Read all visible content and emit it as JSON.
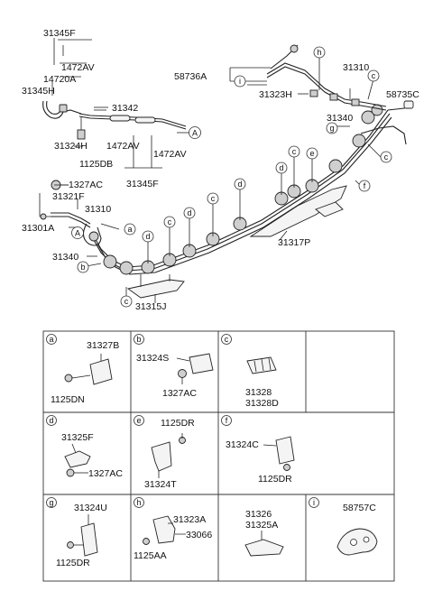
{
  "main_labels": {
    "p31345F_top": "31345F",
    "p1472AV_a": "1472AV",
    "p14720A": "14720A",
    "p31345H": "31345H",
    "p31342": "31342",
    "p31324H": "31324H",
    "p1472AV_b": "1472AV",
    "p1125DB": "1125DB",
    "p1472AV_c": "1472AV",
    "p31345F_bot": "31345F",
    "p1327AC": "1327AC",
    "p31321F": "31321F",
    "p31310_left": "31310",
    "p31301A": "31301A",
    "p31340_left": "31340",
    "p31315J": "31315J",
    "p58736A": "58736A",
    "p31310_right": "31310",
    "p58735C": "58735C",
    "p31323H": "31323H",
    "p31340_right": "31340",
    "p31317P": "31317P"
  },
  "circle_refs": {
    "A": "A",
    "a": "a",
    "b": "b",
    "c": "c",
    "d": "d",
    "e": "e",
    "f": "f",
    "g": "g",
    "h": "h",
    "i": "i"
  },
  "cells": {
    "a": {
      "letter": "a",
      "labels": [
        "31327B",
        "1125DN"
      ]
    },
    "b": {
      "letter": "b",
      "labels": [
        "31324S",
        "1327AC"
      ]
    },
    "c": {
      "letter": "c",
      "labels": [
        "31328",
        "31328D"
      ]
    },
    "d": {
      "letter": "d",
      "labels": [
        "31325F",
        "1327AC"
      ]
    },
    "e": {
      "letter": "e",
      "labels": [
        "1125DR",
        "31324T"
      ]
    },
    "f": {
      "letter": "f",
      "labels": [
        "31324C",
        "1125DR"
      ]
    },
    "g": {
      "letter": "g",
      "labels": [
        "31324U",
        "1125DR"
      ]
    },
    "h": {
      "letter": "h",
      "labels": [
        "31323A",
        "33066",
        "1125AA"
      ]
    },
    "blank": {
      "labels": [
        "31326",
        "31325A"
      ]
    },
    "i": {
      "letter": "i",
      "labels": [
        "58757C"
      ]
    }
  }
}
